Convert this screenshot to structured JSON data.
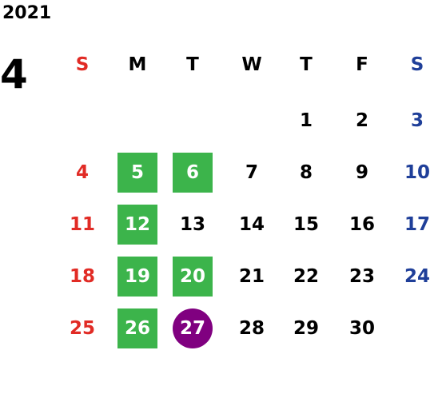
{
  "year": "2021",
  "month": "4",
  "colors": {
    "sunday": "#e12b25",
    "saturday": "#1f3f99",
    "weekday": "#000000",
    "green_highlight": "#3cb44b",
    "purple_highlight": "#800080"
  },
  "weekdays": [
    "S",
    "M",
    "T",
    "W",
    "T",
    "F",
    "S"
  ],
  "weeks": [
    [
      {
        "text": "",
        "hl": ""
      },
      {
        "text": "",
        "hl": ""
      },
      {
        "text": "",
        "hl": ""
      },
      {
        "text": "",
        "hl": ""
      },
      {
        "text": "1",
        "hl": ""
      },
      {
        "text": "2",
        "hl": ""
      },
      {
        "text": "3",
        "hl": ""
      }
    ],
    [
      {
        "text": "4",
        "hl": ""
      },
      {
        "text": "5",
        "hl": "green"
      },
      {
        "text": "6",
        "hl": "green"
      },
      {
        "text": "7",
        "hl": ""
      },
      {
        "text": "8",
        "hl": ""
      },
      {
        "text": "9",
        "hl": ""
      },
      {
        "text": "10",
        "hl": ""
      }
    ],
    [
      {
        "text": "11",
        "hl": ""
      },
      {
        "text": "12",
        "hl": "green"
      },
      {
        "text": "13",
        "hl": ""
      },
      {
        "text": "14",
        "hl": ""
      },
      {
        "text": "15",
        "hl": ""
      },
      {
        "text": "16",
        "hl": ""
      },
      {
        "text": "17",
        "hl": ""
      }
    ],
    [
      {
        "text": "18",
        "hl": ""
      },
      {
        "text": "19",
        "hl": "green"
      },
      {
        "text": "20",
        "hl": "green"
      },
      {
        "text": "21",
        "hl": ""
      },
      {
        "text": "22",
        "hl": ""
      },
      {
        "text": "23",
        "hl": ""
      },
      {
        "text": "24",
        "hl": ""
      }
    ],
    [
      {
        "text": "25",
        "hl": ""
      },
      {
        "text": "26",
        "hl": "green"
      },
      {
        "text": "27",
        "hl": "purple"
      },
      {
        "text": "28",
        "hl": ""
      },
      {
        "text": "29",
        "hl": ""
      },
      {
        "text": "30",
        "hl": ""
      },
      {
        "text": "",
        "hl": ""
      }
    ]
  ]
}
